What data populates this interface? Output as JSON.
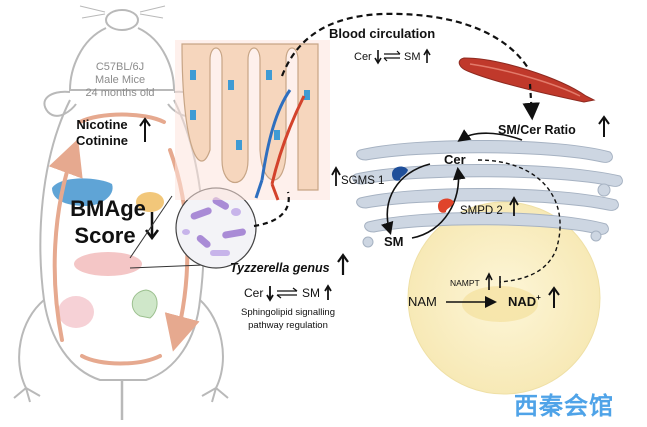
{
  "mouse": {
    "strain": "C57BL/6J",
    "sex": "Male Mice",
    "age": "24 months old",
    "marker_line1": "Nicotine",
    "marker_line2": "Cotinine",
    "score_line1": "BMAge",
    "score_line2": "Score"
  },
  "gut": {
    "genus": "Tyzzerella genus",
    "cer": "Cer",
    "sm": "SM",
    "pathway_line1": "Sphingolipid signalling",
    "pathway_line2": "pathway regulation"
  },
  "circulation": {
    "title": "Blood circulation",
    "cer": "Cer",
    "sm": "SM"
  },
  "muscle": {
    "ratio_label": "SM/Cer Ratio"
  },
  "golgi": {
    "cer": "Cer",
    "sm": "SM",
    "enzyme_sgms": "SGMS 1",
    "enzyme_smpd": "SMPD 2"
  },
  "nad": {
    "substrate": "NAM",
    "enzyme": "NAMPT",
    "product": "NAD",
    "product_sup": "+"
  },
  "watermark": "西秦会馆",
  "colors": {
    "mouse_outline": "#b9b9b9",
    "circulation_arrow": "#e6a98f",
    "golgi": "#c9d3df",
    "cell": "#fbf1c8",
    "muscle": "#c0392b",
    "sgms_icon": "#1f4f9a",
    "smpd_icon": "#e0442b",
    "watermark": "#4fa3e8"
  }
}
